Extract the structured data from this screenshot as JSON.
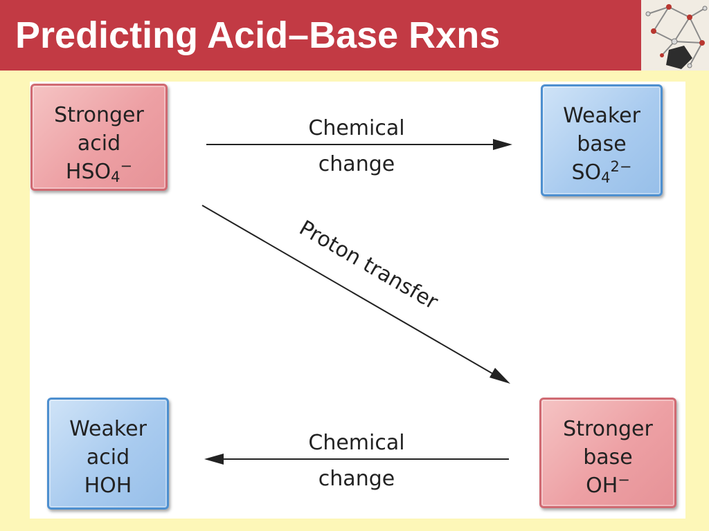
{
  "slide": {
    "title": "Predicting Acid–Base Rxns",
    "colors": {
      "title_bar": "#c23a44",
      "background": "#fdf7b8",
      "acid_box": "#eda0a4",
      "base_box": "#a9cbef"
    },
    "logo_icon": "molecular-model-image"
  },
  "diagram": {
    "nodes": {
      "stronger_acid": {
        "role": "Stronger",
        "kind": "acid",
        "formula_main": "HSO",
        "formula_sub": "4",
        "formula_sup": "−"
      },
      "weaker_base": {
        "role": "Weaker",
        "kind": "base",
        "formula_main": "SO",
        "formula_sub": "4",
        "formula_sup": "2−"
      },
      "weaker_acid": {
        "role": "Weaker",
        "kind": "acid",
        "formula_main": "HOH"
      },
      "stronger_base": {
        "role": "Stronger",
        "kind": "base",
        "formula_main": "OH",
        "formula_sup": "−"
      }
    },
    "edges": {
      "top": {
        "line1": "Chemical",
        "line2": "change"
      },
      "diagonal": {
        "label": "Proton transfer"
      },
      "bottom": {
        "line1": "Chemical",
        "line2": "change"
      }
    }
  }
}
